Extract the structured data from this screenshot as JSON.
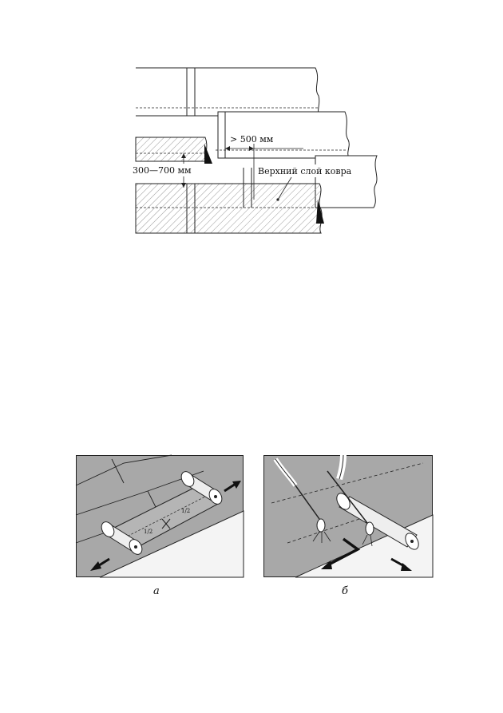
{
  "top_diagram": {
    "dimension_vertical": "300—700 мм",
    "dimension_horizontal": "> 500 мм",
    "layer_label": "Верхний слой ковра"
  },
  "figures": {
    "a": {
      "caption": "а",
      "half_label_1": "1/2",
      "half_label_2": "1/2"
    },
    "b": {
      "caption": "б"
    }
  },
  "colors": {
    "sheet_gray": "#a8a8a8",
    "roll_white": "#f4f4f4",
    "line": "#222222"
  }
}
